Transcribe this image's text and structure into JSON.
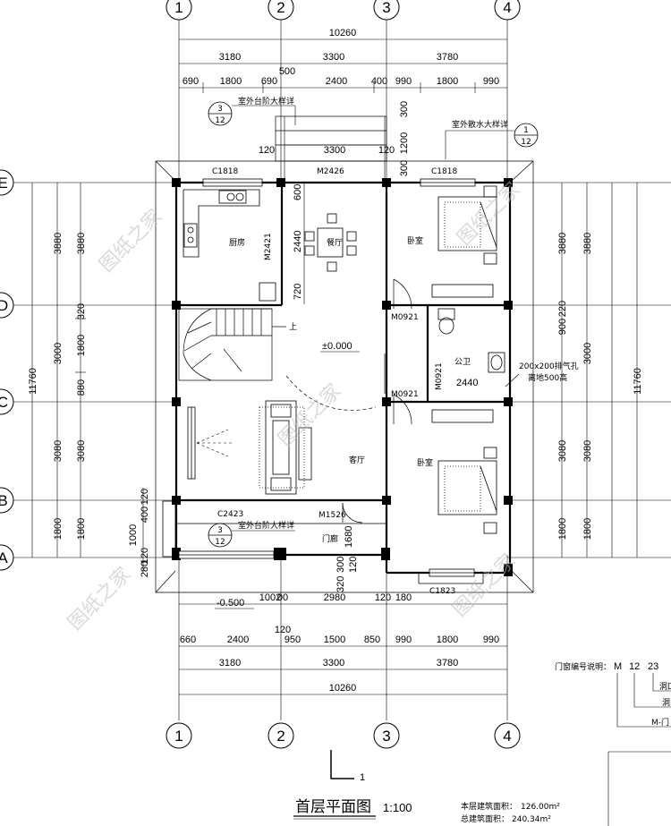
{
  "axes_top": [
    "1",
    "2",
    "3",
    "4"
  ],
  "axes_bottom": [
    "1",
    "2",
    "3",
    "4"
  ],
  "axes_left": [
    "E",
    "D",
    "C",
    "B",
    "A"
  ],
  "dims_top": {
    "total": "10260",
    "row2": [
      "3180",
      "3300",
      "3780"
    ],
    "row3": [
      "690",
      "1800",
      "690",
      "2400",
      "400",
      "990",
      "1800",
      "990"
    ],
    "extra_500": "500",
    "stair_dims": [
      "120",
      "3300",
      "120"
    ],
    "v_dims": [
      "300",
      "1200",
      "300"
    ]
  },
  "dims_bottom": {
    "row1": [
      "1002",
      "00",
      "2980",
      "120",
      "180"
    ],
    "row1_120": "120",
    "row2": [
      "660",
      "2400",
      "950",
      "1500",
      "850",
      "990",
      "1800",
      "990"
    ],
    "row3": [
      "3180",
      "3300",
      "3780"
    ],
    "total": "10260"
  },
  "dims_left": {
    "outer": [
      "3880",
      "3000",
      "3080",
      "1800"
    ],
    "inner": [
      "3880",
      "320",
      "1800",
      "880",
      "3080",
      "1800"
    ],
    "total": "11760",
    "porch": [
      "120",
      "400",
      "1000",
      "120",
      "280"
    ]
  },
  "dims_right": {
    "outer": [
      "3880",
      "3000",
      "3080",
      "1800"
    ],
    "inner": [
      "3880",
      "220",
      "900",
      "3080",
      "1800"
    ],
    "total": "11760"
  },
  "openings": {
    "c1818_left": "C1818",
    "m2426": "M2426",
    "c1818_right": "C1818",
    "m2421": "M2421",
    "m0921_a": "M0921",
    "m0921_b": "M0921",
    "m0921_c": "M0921",
    "c2423": "C2423",
    "m1526": "M1526",
    "c1823": "C1823"
  },
  "rooms": {
    "kitchen": "厨房",
    "dining": "餐厅",
    "bedroom_top": "卧室",
    "bathroom": "公卫",
    "living": "客厅",
    "bedroom_bottom": "卧室",
    "porch": "门廊",
    "stair_up": "上"
  },
  "misc": {
    "elev_0": "±0.000",
    "elev_out": "-0.500",
    "vent": "200x200排气孔",
    "vent_h": "离地500高",
    "bath_2440": "2440",
    "dim_600": "600",
    "dim_2440": "2440",
    "dim_720": "720",
    "dim_1680": "1680",
    "dim_300": "300",
    "dim_320": "320",
    "dim_120b": "120"
  },
  "callouts": {
    "step_top": "室外台阶大样详",
    "step_top_num": "3",
    "step_top_sheet": "12",
    "drain": "室外散水大样详",
    "drain_num": "1",
    "drain_sheet": "12",
    "step_bottom": "室外台阶大样详",
    "step_bottom_num": "3",
    "step_bottom_sheet": "12"
  },
  "watermark": "图纸之家",
  "legend": {
    "head": "门窗编号说明：",
    "code": [
      "M",
      "12",
      "23"
    ],
    "l1": "洞口",
    "l2": "洞",
    "l3": "M-门"
  },
  "footer": {
    "title": "首层平面图",
    "scale": "1:100",
    "section_mark": "1",
    "area_label": "本层建筑面积：",
    "area_value": "126.00m²",
    "total_label": "总建筑面积：",
    "total_value": "240.34m²"
  }
}
